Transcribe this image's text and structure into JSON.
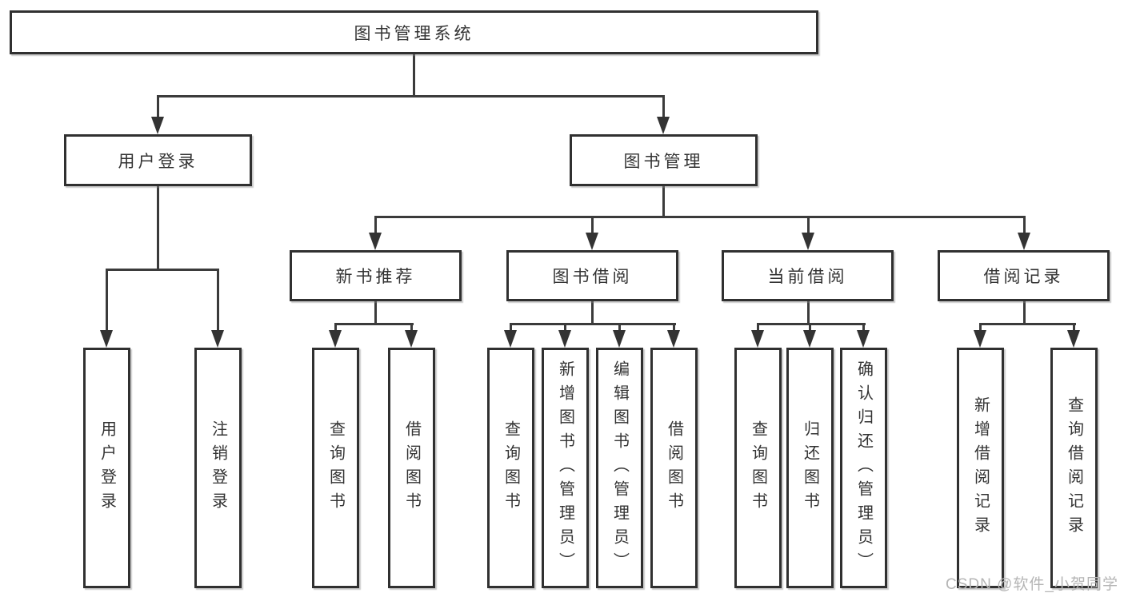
{
  "diagram": {
    "root": "图书管理系统",
    "level2": [
      "用户登录",
      "图书管理"
    ],
    "level3": [
      "新书推荐",
      "图书借阅",
      "当前借阅",
      "借阅记录"
    ],
    "leaves": [
      [
        "用户登录",
        "注销登录"
      ],
      [
        "查询图书",
        "借阅图书"
      ],
      [
        "查询图书",
        "新增图书（管理员）",
        "编辑图书（管理员）",
        "借阅图书"
      ],
      [
        "查询图书",
        "归还图书",
        "确认归还（管理员）"
      ],
      [
        "新增借阅记录",
        "查询借阅记录"
      ]
    ],
    "watermark": "CSDN @软件_小贺同学",
    "colors": {
      "background": "#ffffff",
      "box_border": "#303030",
      "connector_line": "#3b3b3b",
      "arrowhead": "#333333",
      "text": "#333333",
      "watermark": "#b5b5b5"
    }
  }
}
